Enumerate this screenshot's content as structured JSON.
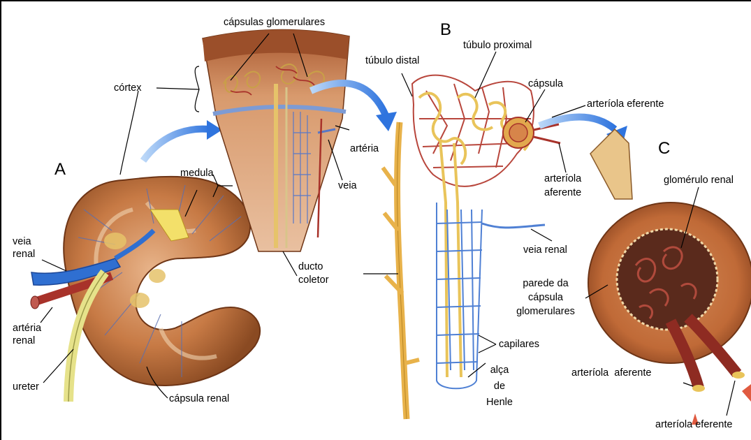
{
  "panels": {
    "a": "A",
    "b": "B",
    "c": "C"
  },
  "labels": {
    "capsulas_glomerulares": "cápsulas glomerulares",
    "cortex": "córtex",
    "medula": "medula",
    "veia_renal_a_line1": "veia",
    "veia_renal_a_line2": "renal",
    "arteria_renal_line1": "artéria",
    "arteria_renal_line2": "renal",
    "ureter": "ureter",
    "capsula_renal": "cápsula renal",
    "arteria": "artéria",
    "veia": "veia",
    "ducto_line1": "ducto",
    "ducto_line2": "coletor",
    "tubulo_distal": "túbulo distal",
    "tubulo_proximal": "túbulo proximal",
    "capsula": "cápsula",
    "arteriola_eferente_top": "arteríola eferente",
    "arteriola_aferente_line1": "arteríola",
    "arteriola_aferente_line2": "aferente",
    "veia_renal_b": "veia renal",
    "capilares": "capilares",
    "alca_line1": "alça",
    "alca_line2": "de",
    "alca_line3": "Henle",
    "glomerulo_renal": "glomérulo renal",
    "parede_line1": "parede da",
    "parede_line2": "cápsula",
    "parede_line3": "glomerulares",
    "arteriola_aferente_c": "arteríola  aferente",
    "arteriola_eferente_c": "arteríola eferente"
  },
  "colors": {
    "kidney": "#b9652f",
    "vein": "#2f6fd1",
    "artery": "#a8322a",
    "tubule": "#e9c45a",
    "arrow": "#3b82e6"
  }
}
